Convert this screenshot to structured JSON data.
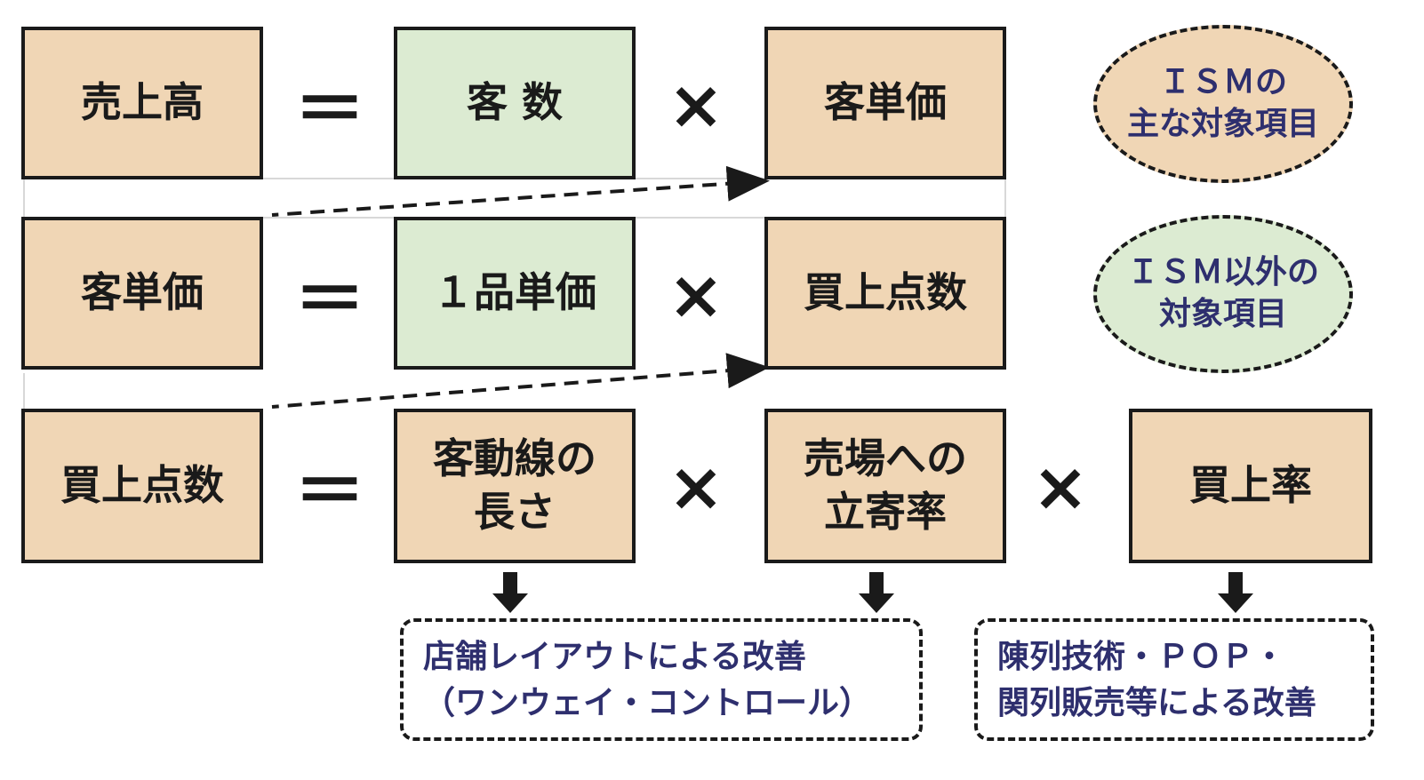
{
  "rows": [
    {
      "lhs": "売上高",
      "eq": "＝",
      "terms": [
        {
          "label": "客 数",
          "style": "green"
        },
        {
          "label": "客単価",
          "style": "tan"
        }
      ],
      "ops": [
        "×"
      ]
    },
    {
      "lhs": "客単価",
      "eq": "＝",
      "terms": [
        {
          "label": "１品単価",
          "style": "green"
        },
        {
          "label": "買上点数",
          "style": "tan"
        }
      ],
      "ops": [
        "×"
      ]
    },
    {
      "lhs": "買上点数",
      "eq": "＝",
      "terms": [
        {
          "label": "客動線の\n長さ",
          "style": "tan"
        },
        {
          "label": "売場への\n立寄率",
          "style": "tan"
        },
        {
          "label": "買上率",
          "style": "tan"
        }
      ],
      "ops": [
        "×",
        "×"
      ]
    }
  ],
  "legend": {
    "ism": "ＩＳＭの\n主な対象項目",
    "ism_color": "#f0d6b5",
    "non_ism": "ＩＳＭ以外の\n対象項目",
    "non_ism_color": "#dcebd2"
  },
  "notes": {
    "layout": "店舗レイアウトによる改善\n（ワンウェイ・コントロール）",
    "merchandising": "陳列技術・ＰＯＰ・\n関列販売等による改善"
  },
  "colors": {
    "tan": "#f0d6b5",
    "green": "#dcebd2",
    "legend_text": "#2e2f6e",
    "border": "#1a1a1a"
  }
}
